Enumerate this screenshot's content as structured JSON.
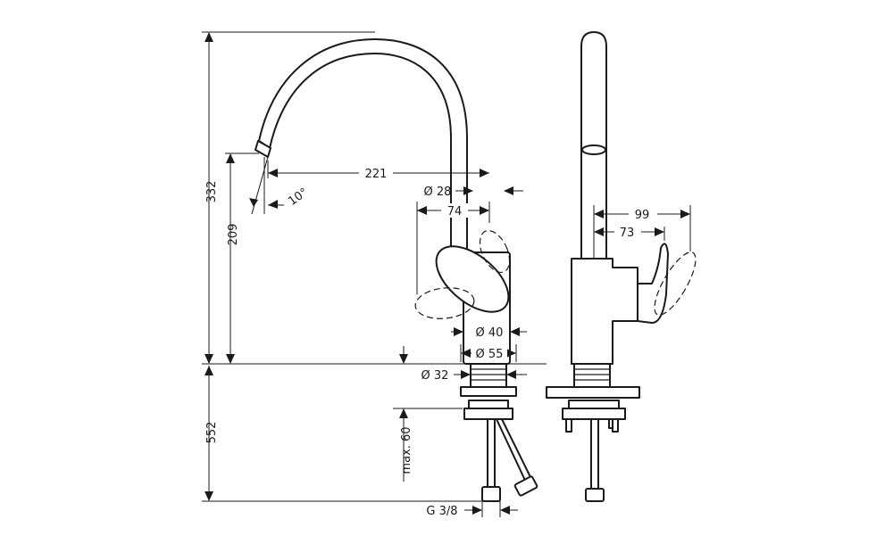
{
  "dimensions": {
    "height_total": "332",
    "height_spout": "209",
    "height_below": "552",
    "reach": "221",
    "angle": "10°",
    "dia_spout": "Ø 28",
    "lever_reach_front": "74",
    "dia_body": "Ø 40",
    "dia_base": "Ø 55",
    "dia_hole": "Ø 32",
    "max_thickness": "max. 60",
    "thread": "G 3/8",
    "lever_side_1": "99",
    "lever_side_2": "73"
  }
}
